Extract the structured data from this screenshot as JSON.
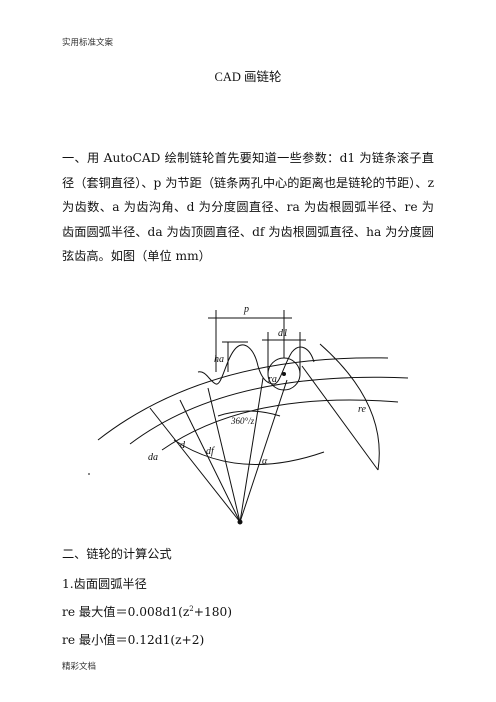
{
  "header": "实用标准文案",
  "footer": "精彩文档",
  "title": "CAD 画链轮",
  "intro": "一、用 AutoCAD 绘制链轮首先要知道一些参数：d1 为链条滚子直径（套铜直径）、p 为节距（链条两孔中心的距离也是链轮的节距）、z 为齿数、a 为齿沟角、d 为分度圆直径、ra 为齿根圆弧半径、re 为齿面圆弧半径、da 为齿顶圆直径、df 为齿根圆弧直径、ha 为分度圆弦齿高。如图（单位 mm）",
  "figure_labels": {
    "p": "p",
    "d1": "d1",
    "ha": "ha",
    "angle": "360°/z",
    "re": "re",
    "d": "d",
    "df": "df",
    "da": "da",
    "alpha": "α",
    "ra": "ra"
  },
  "section2": "二、链轮的计算公式",
  "item1": "1.齿面圆弧半径",
  "formula_max_prefix": "re 最大值＝0.008d1(z",
  "formula_max_sup": "2",
  "formula_max_suffix": "+180)",
  "formula_min": "re 最小值＝0.12d1(z+2)"
}
